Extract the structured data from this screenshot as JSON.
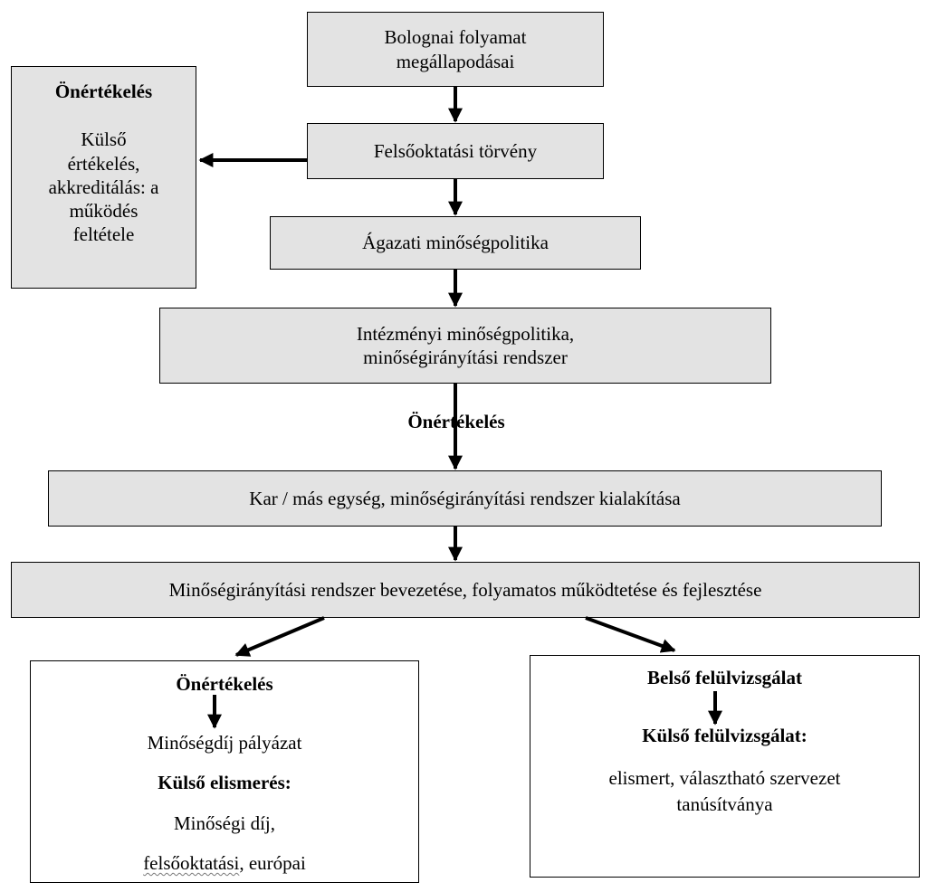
{
  "nodes": {
    "bologna": "Bolognai folyamat megállapodásai",
    "law": "Felsőoktatási törvény",
    "sector_policy": "Ágazati minőségpolitika",
    "institutional_policy_line1": "Intézményi minőségpolitika,",
    "institutional_policy_line2": "minőségirányítási rendszer",
    "mid_label": "Önértékelés",
    "faculty": "Kar / más egység, minőségirányítási rendszer kialakítása",
    "implementation": "Minőségirányítási rendszer bevezetése, folyamatos működtetése és fejlesztése"
  },
  "side_box": {
    "title": "Önértékelés",
    "body_lines": [
      "Külső",
      "értékelés,",
      "akkreditálás: a",
      "működés",
      "feltétele"
    ]
  },
  "left_box": {
    "title": "Önértékelés",
    "line1": "Minőségdíj pályázat",
    "subtitle": "Külső elismerés:",
    "line2": "Minőségi díj,",
    "line3a": "felsőoktatási",
    "line3b": ", európai"
  },
  "right_box": {
    "title": "Belső felülvizsgálat",
    "subtitle": "Külső felülvizsgálat:",
    "line1": "elismert, választható szervezet",
    "line2": "tanúsítványa"
  },
  "colors": {
    "box_fill": "#e3e3e3",
    "stroke": "#000000"
  }
}
